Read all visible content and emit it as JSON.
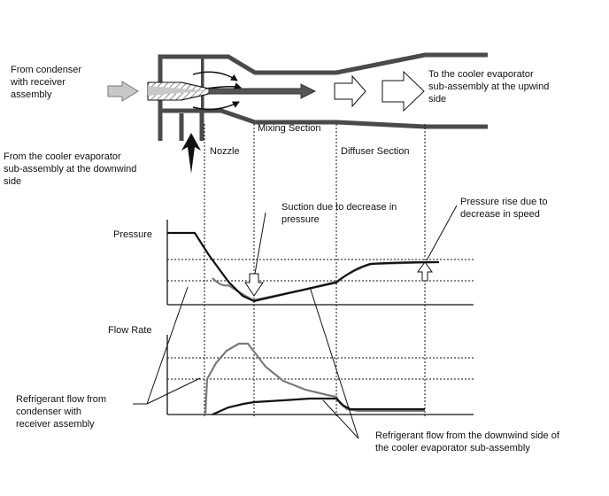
{
  "labels": {
    "from_condenser": [
      "From condenser",
      "with receiver",
      "assembly"
    ],
    "from_evap_downwind": [
      "From the cooler evaporator",
      "sub-assembly at the downwind",
      "side"
    ],
    "to_evap_upwind": [
      "To the cooler evaporator",
      "sub-assembly at the upwind",
      "side"
    ],
    "nozzle": "Nozzle",
    "mixing_section": "Mixing Section",
    "diffuser_section": "Diffuser Section",
    "suction_note": [
      "Suction due to decrease in",
      "pressure"
    ],
    "pressure_rise_note": [
      "Pressure rise due to",
      "decrease in speed"
    ],
    "pressure_axis": "Pressure",
    "flow_rate_axis": "Flow Rate",
    "refrigerant_from_condenser": [
      "Refrigerant flow from",
      "condenser with",
      "receiver assembly"
    ],
    "refrigerant_from_downwind": [
      "Refrigerant flow from the downwind side of",
      "the cooler evaporator sub-assembly"
    ]
  },
  "colors": {
    "ink": "#111111",
    "gray_curve": "#7a7a7a",
    "arrow_fill_gray": "#c8c8c8",
    "arrow_dark": "#444444"
  }
}
